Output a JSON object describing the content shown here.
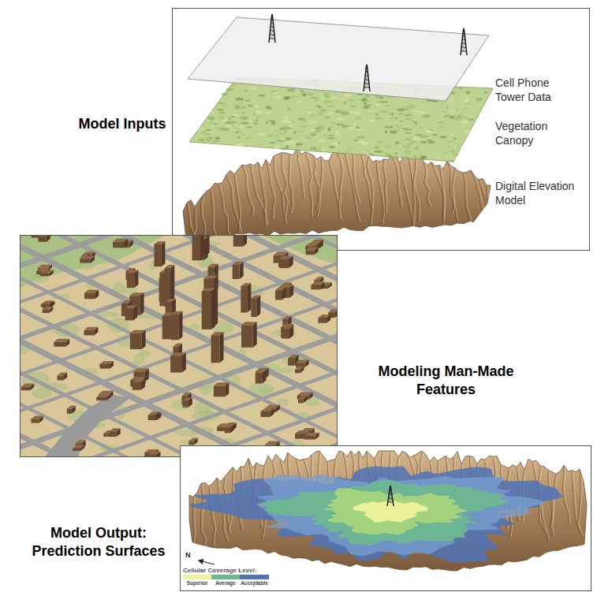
{
  "diagram": {
    "labels": [
      "Model Inputs",
      "Cell Phone Tower Data",
      "Vegetation Canopy",
      "Digital Elevation Model",
      "Modeling Man-Made Features",
      "Model Output: Prediction Surfaces",
      "N",
      "Cellular Coverage Level:"
    ],
    "legend": [
      {
        "text": "Superior",
        "color": "#eef29a"
      },
      {
        "text": "Average",
        "color": "#6dbb8a"
      },
      {
        "text": "Acceptable",
        "color": "#4f73b8"
      }
    ]
  }
}
